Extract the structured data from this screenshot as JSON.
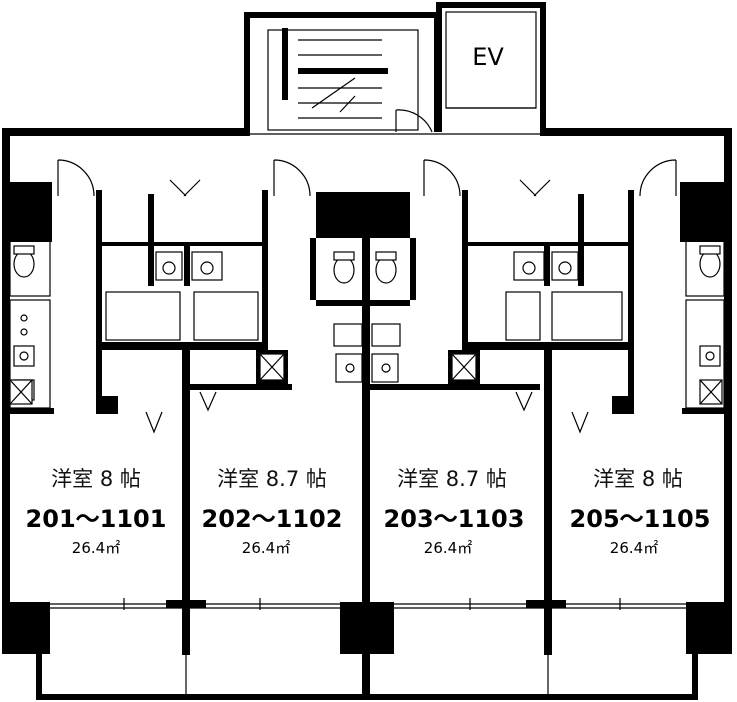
{
  "elevator_label": "EV",
  "units": [
    {
      "room": "洋室 8 帖",
      "number": "201～1101",
      "area": "26.4㎡"
    },
    {
      "room": "洋室 8.7 帖",
      "number": "202～1102",
      "area": "26.4㎡"
    },
    {
      "room": "洋室 8.7 帖",
      "number": "203～1103",
      "area": "26.4㎡"
    },
    {
      "room": "洋室 8 帖",
      "number": "205～1105",
      "area": "26.4㎡"
    }
  ]
}
